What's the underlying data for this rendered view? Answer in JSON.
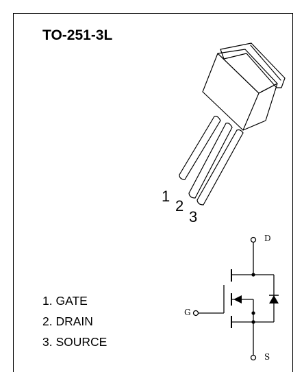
{
  "package": {
    "title": "TO-251-3L",
    "pin_numbers": [
      "1",
      "2",
      "3"
    ]
  },
  "pinout": {
    "items": [
      "1. GATE",
      "2. DRAIN",
      "3. SOURCE"
    ]
  },
  "schematic": {
    "drain_label": "D",
    "gate_label": "G",
    "source_label": "S"
  }
}
